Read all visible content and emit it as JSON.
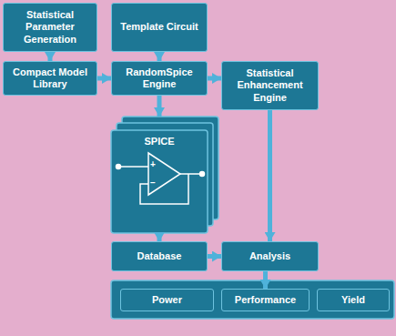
{
  "diagram": {
    "nodes": [
      {
        "text": [
          "Statistical Parameter Generation"
        ]
      },
      {
        "text": [
          "Template Circuit"
        ]
      },
      {
        "text": [
          "Compact Model Library"
        ]
      },
      {
        "text": [
          "RandomSpice Engine"
        ]
      },
      {
        "text": [
          "Statistical Enhancement Engine"
        ]
      },
      {
        "text": [
          "SPICE"
        ]
      },
      {
        "text": [
          "Database"
        ]
      },
      {
        "text": [
          "Analysis"
        ]
      },
      {
        "text": [
          "Power"
        ]
      },
      {
        "text": [
          "Performance"
        ]
      },
      {
        "text": [
          "Yield"
        ]
      }
    ],
    "edges": [
      {
        "from": 0,
        "to": 2,
        "arrow": "to"
      },
      {
        "from": 1,
        "to": 3,
        "arrow": "to"
      },
      {
        "from": 2,
        "to": 3,
        "arrow": "to"
      },
      {
        "from": 3,
        "to": 4,
        "arrow": "to"
      },
      {
        "from": 3,
        "to": 5,
        "arrow": "to"
      },
      {
        "from": 5,
        "to": 6,
        "arrow": "to"
      },
      {
        "from": 4,
        "to": 7,
        "arrow": "to"
      },
      {
        "from": 6,
        "to": 7,
        "arrow": "to"
      },
      {
        "from": 7,
        "to": 9,
        "arrow": "to"
      }
    ],
    "labels": [
      "+",
      "−"
    ]
  }
}
